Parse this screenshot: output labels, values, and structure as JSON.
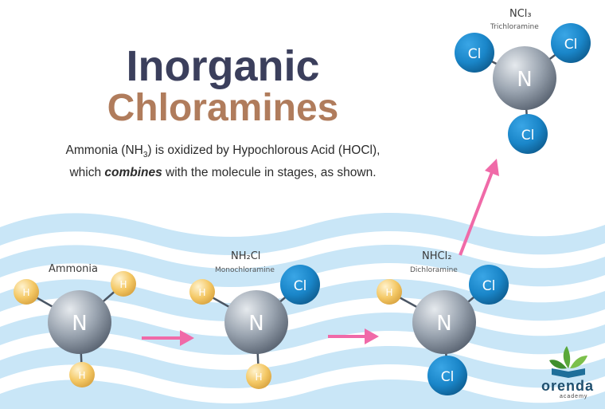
{
  "title": {
    "line1": "Inorganic",
    "line2": "Chloramines"
  },
  "description": {
    "p1_before": "Ammonia (NH",
    "p1_sub": "3",
    "p1_after": ") is oxidized by Hypochlorous Acid (HOCl),",
    "p2_before": "which ",
    "p2_emph": "combines",
    "p2_after": " with the molecule in stages, as shown."
  },
  "molecules": {
    "ammonia": {
      "label": "Ammonia"
    },
    "monochloramine": {
      "formula": "NH₂Cl",
      "name": "Monochloramine"
    },
    "dichloramine": {
      "formula": "NHCl₂",
      "name": "Dichloramine"
    },
    "trichloramine": {
      "formula": "NCl₃",
      "name": "Trichloramine"
    }
  },
  "atoms": {
    "nitrogen": "N",
    "hydrogen": "H",
    "chlorine": "Cl"
  },
  "logo": {
    "name": "orenda",
    "tagline": "academy"
  },
  "colors": {
    "title_dark": "#3b3f5c",
    "title_accent": "#b07c5c",
    "wave": "#c9e6f7",
    "nitrogen": "#8995a3",
    "hydrogen": "#f2c96b",
    "chlorine": "#1a86c9",
    "arrow": "#f06aa8"
  }
}
